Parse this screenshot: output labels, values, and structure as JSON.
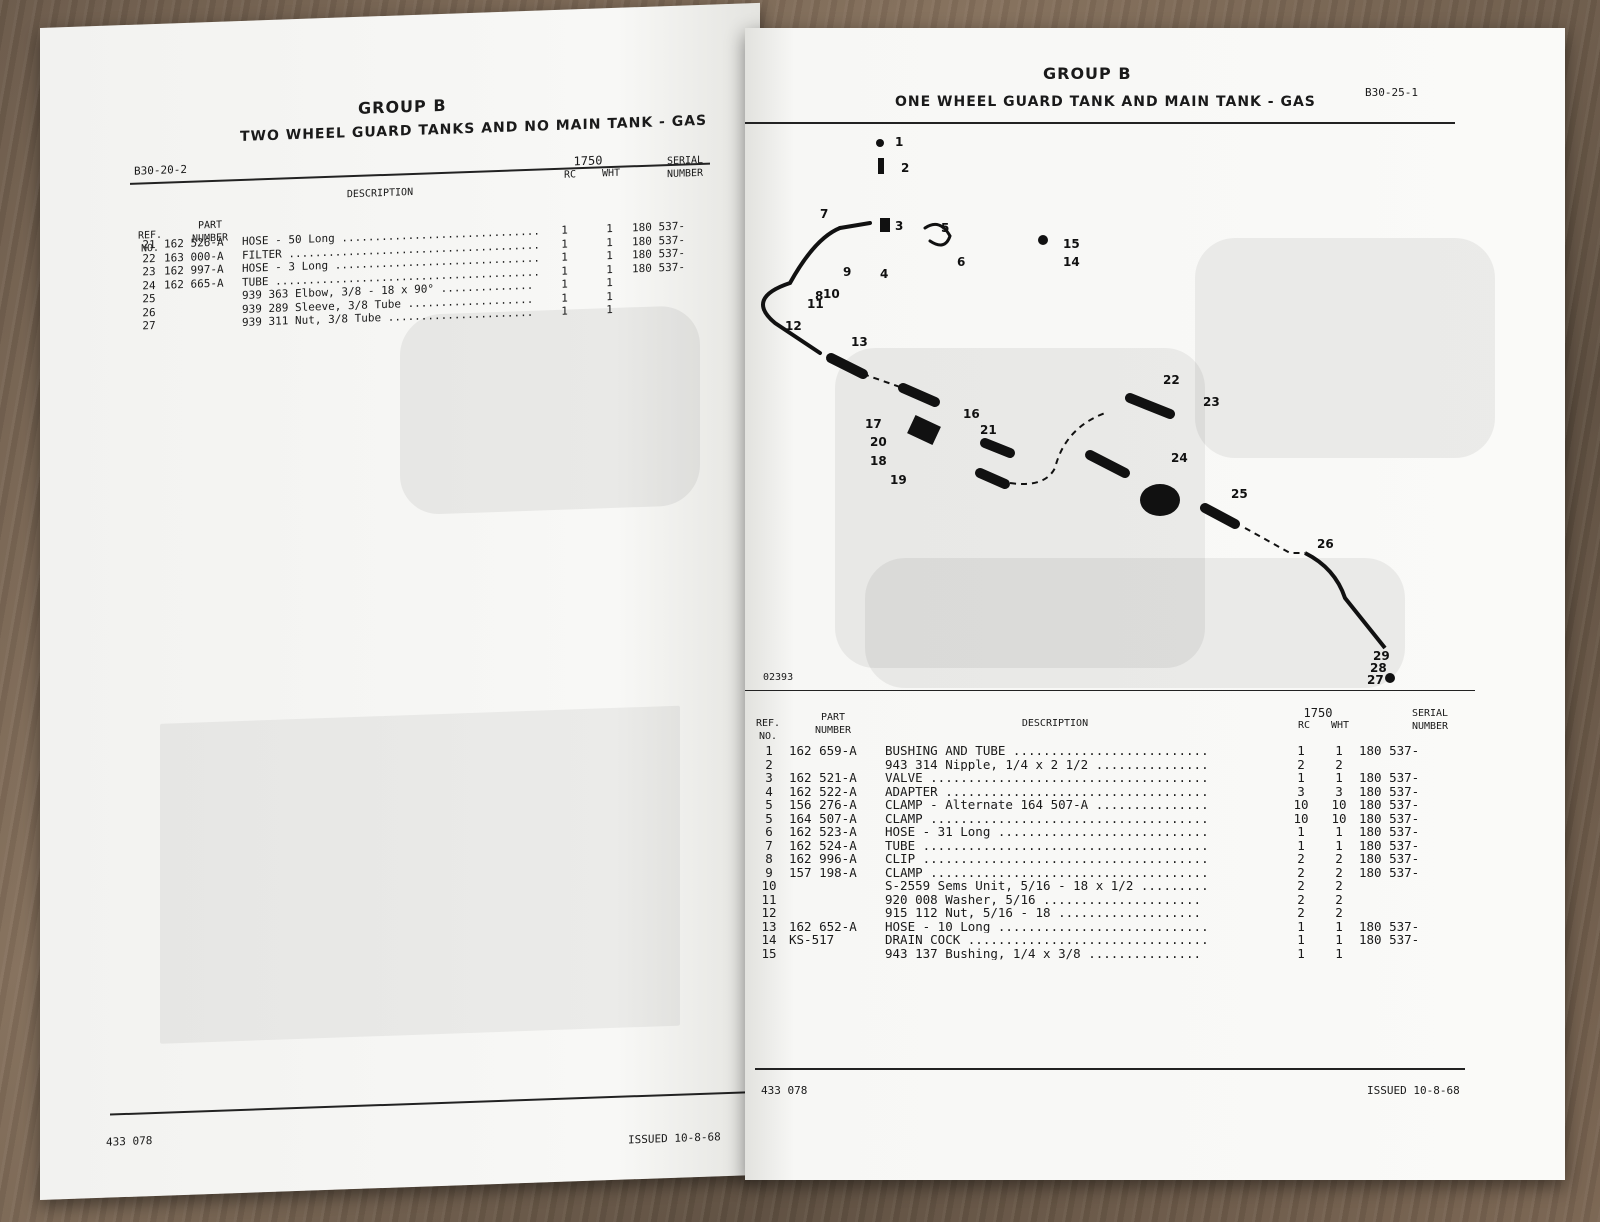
{
  "left_page": {
    "group_title": "GROUP B",
    "page_code": "B30-20-2",
    "subtitle": "TWO WHEEL GUARD TANKS AND NO MAIN TANK - GAS",
    "columns": {
      "ref": "REF. NO.",
      "part": "PART NUMBER",
      "desc": "DESCRIPTION",
      "model": "1750",
      "rc": "RC",
      "wht": "WHT",
      "serial": "SERIAL NUMBER"
    },
    "rows": [
      {
        "ref": "21",
        "part": "162 526-A",
        "desc": "HOSE - 50 Long ..............................",
        "rc": "1",
        "wht": "1",
        "serial": "180 537-"
      },
      {
        "ref": "22",
        "part": "163 000-A",
        "desc": "FILTER ......................................",
        "rc": "1",
        "wht": "1",
        "serial": "180 537-"
      },
      {
        "ref": "23",
        "part": "162 997-A",
        "desc": "HOSE - 3 Long ...............................",
        "rc": "1",
        "wht": "1",
        "serial": "180 537-"
      },
      {
        "ref": "24",
        "part": "162 665-A",
        "desc": "TUBE ........................................",
        "rc": "1",
        "wht": "1",
        "serial": "180 537-"
      },
      {
        "ref": "25",
        "part": "",
        "desc": "  939 363 Elbow, 3/8 - 18 x 90° ..............",
        "rc": "1",
        "wht": "1",
        "serial": ""
      },
      {
        "ref": "26",
        "part": "",
        "desc": "  939 289 Sleeve, 3/8 Tube ...................",
        "rc": "1",
        "wht": "1",
        "serial": ""
      },
      {
        "ref": "27",
        "part": "",
        "desc": "  939 311 Nut, 3/8 Tube ......................",
        "rc": "1",
        "wht": "1",
        "serial": ""
      }
    ],
    "footer_left": "433 078",
    "footer_right": "ISSUED 10-8-68"
  },
  "right_page": {
    "group_title": "GROUP B",
    "page_code": "B30-25-1",
    "subtitle": "ONE WHEEL GUARD TANK AND MAIN TANK - GAS",
    "figure_code": "02393",
    "callouts": [
      "1",
      "2",
      "3",
      "4",
      "5",
      "6",
      "7",
      "8",
      "9",
      "10",
      "11",
      "12",
      "13",
      "14",
      "15",
      "16",
      "17",
      "18",
      "19",
      "20",
      "21",
      "22",
      "23",
      "24",
      "25",
      "26",
      "27",
      "28",
      "29"
    ],
    "columns": {
      "ref": "REF. NO.",
      "part": "PART NUMBER",
      "desc": "DESCRIPTION",
      "model": "1750",
      "rc": "RC",
      "wht": "WHT",
      "serial": "SERIAL NUMBER"
    },
    "rows": [
      {
        "ref": "1",
        "part": "162 659-A",
        "desc": "BUSHING AND TUBE ..........................",
        "rc": "1",
        "wht": "1",
        "serial": "180 537-"
      },
      {
        "ref": "2",
        "part": "",
        "desc": "  943 314 Nipple, 1/4 x 2 1/2 ...............",
        "rc": "2",
        "wht": "2",
        "serial": ""
      },
      {
        "ref": "3",
        "part": "162 521-A",
        "desc": "VALVE .....................................",
        "rc": "1",
        "wht": "1",
        "serial": "180 537-"
      },
      {
        "ref": "4",
        "part": "162 522-A",
        "desc": "ADAPTER ...................................",
        "rc": "3",
        "wht": "3",
        "serial": "180 537-"
      },
      {
        "ref": "5",
        "part": "156 276-A",
        "desc": "CLAMP - Alternate 164 507-A ...............",
        "rc": "10",
        "wht": "10",
        "serial": "180 537-"
      },
      {
        "ref": "5",
        "part": "164 507-A",
        "desc": "CLAMP .....................................",
        "rc": "10",
        "wht": "10",
        "serial": "180 537-"
      },
      {
        "ref": "6",
        "part": "162 523-A",
        "desc": "HOSE - 31 Long ............................",
        "rc": "1",
        "wht": "1",
        "serial": "180 537-"
      },
      {
        "ref": "7",
        "part": "162 524-A",
        "desc": "TUBE ......................................",
        "rc": "1",
        "wht": "1",
        "serial": "180 537-"
      },
      {
        "ref": "8",
        "part": "162 996-A",
        "desc": "CLIP ......................................",
        "rc": "2",
        "wht": "2",
        "serial": "180 537-"
      },
      {
        "ref": "9",
        "part": "157 198-A",
        "desc": "CLAMP .....................................",
        "rc": "2",
        "wht": "2",
        "serial": "180 537-"
      },
      {
        "ref": "10",
        "part": "",
        "desc": "  S-2559 Sems Unit, 5/16 - 18 x 1/2 .........",
        "rc": "2",
        "wht": "2",
        "serial": ""
      },
      {
        "ref": "11",
        "part": "",
        "desc": "  920 008 Washer, 5/16 .....................",
        "rc": "2",
        "wht": "2",
        "serial": ""
      },
      {
        "ref": "12",
        "part": "",
        "desc": "  915 112 Nut, 5/16 - 18 ...................",
        "rc": "2",
        "wht": "2",
        "serial": ""
      },
      {
        "ref": "13",
        "part": "162 652-A",
        "desc": "HOSE - 10 Long ............................",
        "rc": "1",
        "wht": "1",
        "serial": "180 537-"
      },
      {
        "ref": "14",
        "part": "KS-517",
        "desc": "DRAIN COCK ................................",
        "rc": "1",
        "wht": "1",
        "serial": "180 537-"
      },
      {
        "ref": "15",
        "part": "",
        "desc": "  943 137 Bushing, 1/4 x 3/8 ...............",
        "rc": "1",
        "wht": "1",
        "serial": ""
      }
    ],
    "footer_left": "433 078",
    "footer_right": "ISSUED 10-8-68"
  }
}
